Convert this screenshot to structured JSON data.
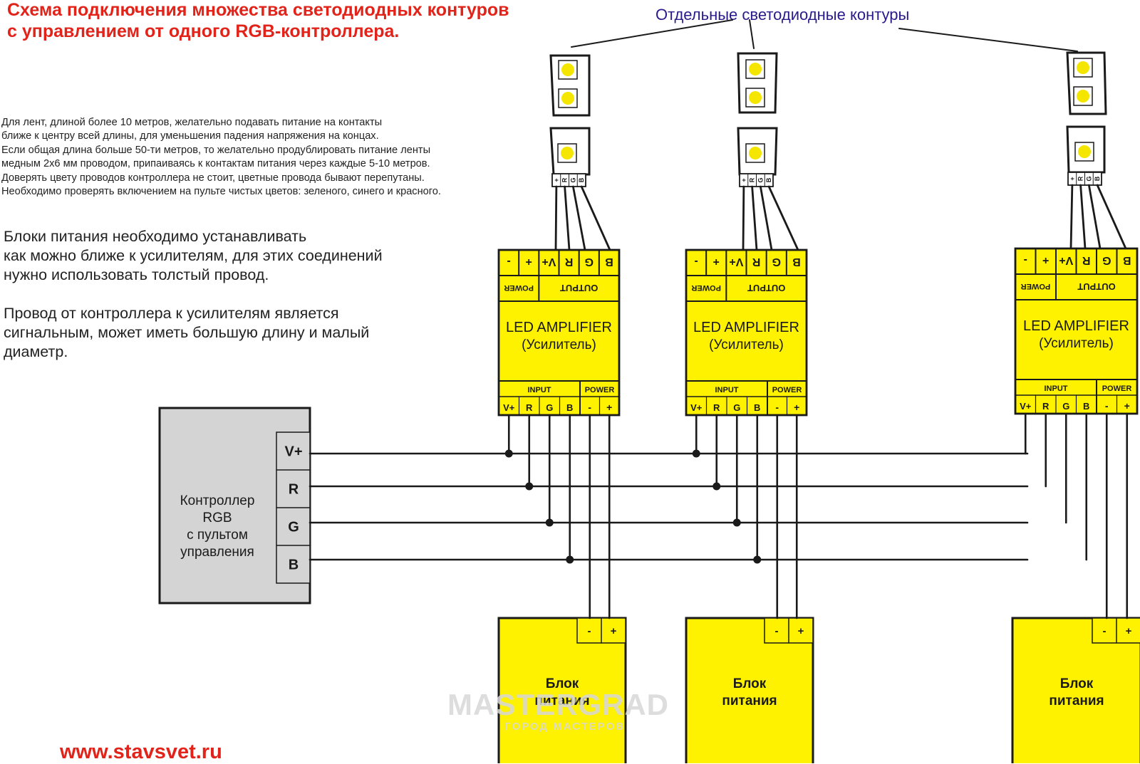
{
  "title": {
    "line1": "Схема подключения множества светодиодных контуров",
    "line2": "с управлением от одного RGB-контроллера."
  },
  "header_leds": "Отдельные светодиодные контуры",
  "notes_small": [
    "Для лент, длиной более 10 метров, желательно подавать питание на контакты",
    "ближе к центру всей длины, для уменьшения падения напряжения на концах.",
    "Если общая длина больше 50-ти метров, то желательно продублировать питание ленты",
    "медным 2х6 мм проводом, припаиваясь к контактам питания через каждые 5-10 метров.",
    "Доверять цвету проводов контроллера не стоит, цветные провода бывают перепутаны.",
    "Необходимо проверять включением на пульте чистых цветов: зеленого, синего и красного."
  ],
  "notes_big": [
    "Блоки питания необходимо устанавливать",
    "как можно ближе к усилителям, для этих соединений",
    "нужно использовать толстый провод.",
    "",
    "Провод от контроллера к усилителям является",
    "сигнальным, может иметь большую длину и малый",
    "диаметр."
  ],
  "controller": {
    "label": [
      "Контроллер",
      "RGB",
      "с пультом",
      "управления"
    ],
    "pins": [
      "V+",
      "R",
      "G",
      "B"
    ]
  },
  "amplifier": {
    "title": "LED AMPLIFIER",
    "subtitle": "(Усилитель)",
    "top_pins": [
      "-",
      "+",
      "V+",
      "R",
      "G",
      "B"
    ],
    "power_label": "POWER",
    "output_label": "OUTPUT",
    "input_label": "INPUT",
    "input_pins": [
      "V+",
      "R",
      "G",
      "B"
    ],
    "bottom_power_label": "POWER",
    "bottom_power_pins": [
      "-",
      "+"
    ]
  },
  "strip_pins": [
    "+",
    "R",
    "G",
    "B"
  ],
  "psu": {
    "label_line1": "Блок",
    "label_line2": "питания",
    "pins": [
      "-",
      "+"
    ]
  },
  "website": "www.stavsvet.ru",
  "watermark": {
    "main": "MASTERGRAD",
    "sub": "ГОРОД МАСТЕРОВ"
  },
  "colors": {
    "title_red": "#e2231a",
    "header_blue": "#2a1a8c",
    "amplifier_yellow": "#fff200",
    "led_yellow": "#f5e600",
    "controller_gray": "#d4d4d4",
    "wire": "#1a1a1a"
  }
}
